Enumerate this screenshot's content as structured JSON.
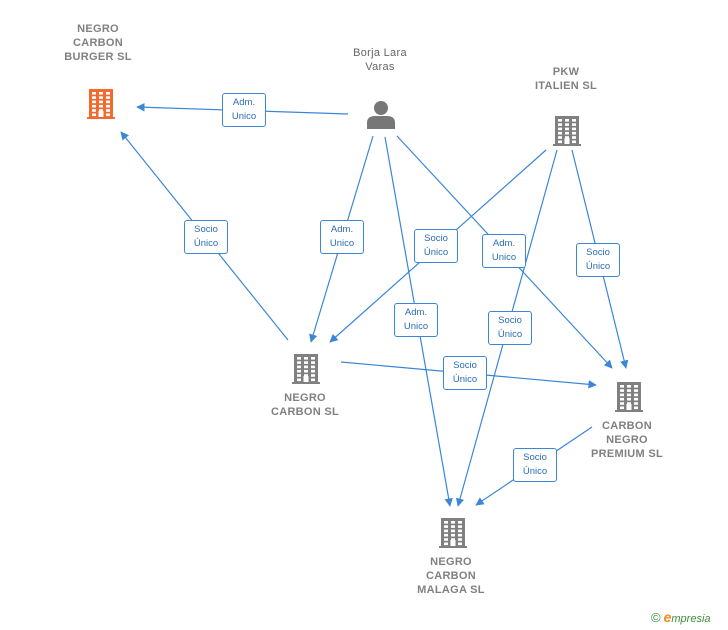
{
  "colors": {
    "edge": "#3b86d6",
    "company": "#808080",
    "focus_company": "#f26a2e",
    "person": "#777777"
  },
  "nodes": [
    {
      "id": "ncburger",
      "kind": "company",
      "focus": true,
      "lines": [
        "NEGRO",
        "CARBON",
        "BURGER  SL"
      ]
    },
    {
      "id": "borja",
      "kind": "person",
      "lines": [
        "Borja Lara",
        "Varas"
      ]
    },
    {
      "id": "pkw",
      "kind": "company",
      "lines": [
        "PKW",
        "ITALIEN  SL"
      ]
    },
    {
      "id": "nc",
      "kind": "company",
      "lines": [
        "NEGRO",
        "CARBON  SL"
      ]
    },
    {
      "id": "cnp",
      "kind": "company",
      "lines": [
        "CARBON",
        "NEGRO",
        "PREMIUM  SL"
      ]
    },
    {
      "id": "ncmalaga",
      "kind": "company",
      "lines": [
        "NEGRO",
        "CARBON",
        "MALAGA  SL"
      ]
    }
  ],
  "edges": [
    {
      "id": "e1",
      "from": "borja",
      "to": "ncburger",
      "label": [
        "Adm.",
        "Unico"
      ]
    },
    {
      "id": "e2",
      "from": "nc",
      "to": "ncburger",
      "label": [
        "Socio",
        "Único"
      ]
    },
    {
      "id": "e3",
      "from": "borja",
      "to": "nc",
      "label": [
        "Adm.",
        "Unico"
      ]
    },
    {
      "id": "e4",
      "from": "pkw",
      "to": "nc",
      "label": [
        "Socio",
        "Único"
      ]
    },
    {
      "id": "e5",
      "from": "borja",
      "to": "cnp",
      "label": [
        "Adm.",
        "Unico"
      ]
    },
    {
      "id": "e6",
      "from": "borja",
      "to": "ncmalaga",
      "label": [
        "Adm.",
        "Unico"
      ]
    },
    {
      "id": "e7",
      "from": "pkw",
      "to": "ncmalaga",
      "label": [
        "Socio",
        "Único"
      ]
    },
    {
      "id": "e8",
      "from": "pkw",
      "to": "cnp",
      "label": [
        "Socio",
        "Único"
      ]
    },
    {
      "id": "e9",
      "from": "nc",
      "to": "cnp",
      "label": [
        "Socio",
        "Único"
      ]
    },
    {
      "id": "e10",
      "from": "cnp",
      "to": "ncmalaga",
      "label": [
        "Socio",
        "Único"
      ]
    }
  ],
  "footer": {
    "copyright_symbol": "©",
    "brand_first": "e",
    "brand_rest": "mpresia"
  }
}
